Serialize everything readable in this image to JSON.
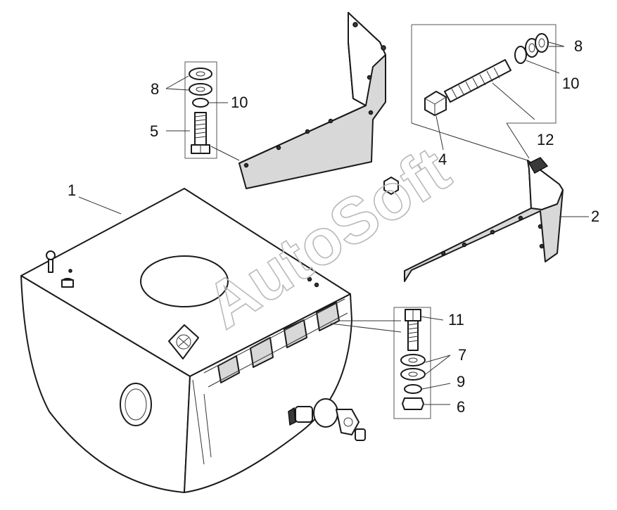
{
  "watermark": "AutoSoft",
  "labels": {
    "l1": "1",
    "l2": "2",
    "l4": "4",
    "l5": "5",
    "l6": "6",
    "l7": "7",
    "l8a": "8",
    "l8b": "8",
    "l9": "9",
    "l10a": "10",
    "l10b": "10",
    "l11": "11",
    "l12": "12"
  }
}
